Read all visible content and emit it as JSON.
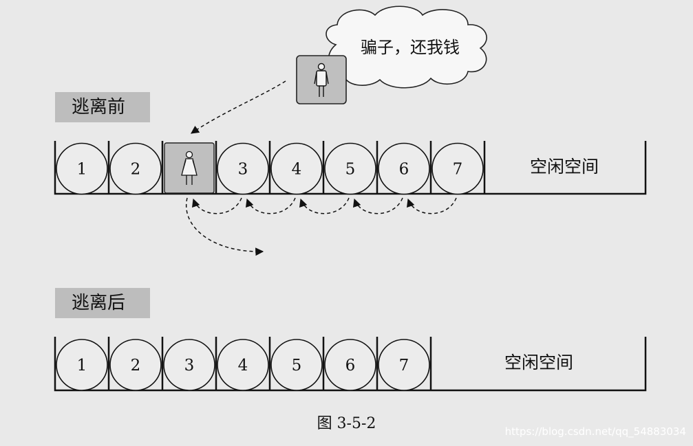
{
  "before_label": "逃离前",
  "after_label": "逃离后",
  "speech_text": "骗子，还我钱",
  "before_row": {
    "slots": [
      "1",
      "2",
      "person",
      "3",
      "4",
      "5",
      "6",
      "7"
    ],
    "free_label": "空闲空间"
  },
  "after_row": {
    "slots": [
      "1",
      "2",
      "3",
      "4",
      "5",
      "6",
      "7"
    ],
    "free_label": "空闲空间"
  },
  "caption": "图 3-5-2",
  "watermark": "https://blog.csdn.net/qq_54883034",
  "colors": {
    "background": "#e9e9e9",
    "person_box": "#bfbfbf",
    "tag": "#bdbdbd",
    "line": "#111111"
  }
}
